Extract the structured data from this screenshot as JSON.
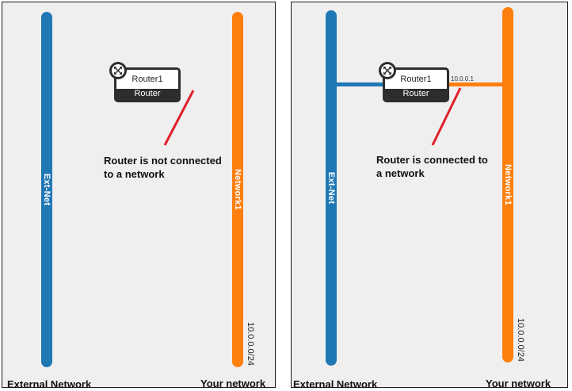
{
  "left_panel": {
    "network_left": {
      "name": "Ext-Net"
    },
    "network_right": {
      "name": "Network1",
      "cidr": "10.0.0.0/24"
    },
    "router": {
      "name": "Router1",
      "type": "Router"
    },
    "caption": {
      "line1": "Router is not connected",
      "line2": "to a network"
    },
    "footer_left": "External Network",
    "footer_right": "Your network"
  },
  "right_panel": {
    "network_left": {
      "name": "Ext-Net"
    },
    "network_right": {
      "name": "Network1",
      "cidr": "10.0.0.0/24"
    },
    "router": {
      "name": "Router1",
      "type": "Router",
      "interface_ip": "10.0.0.1"
    },
    "caption": {
      "line1": "Router is connected to",
      "line2": "a network"
    },
    "footer_left": "External Network",
    "footer_right": "Your network"
  },
  "colors": {
    "external_network": "#1f77b4",
    "project_network": "#ff7f0e",
    "annotation_line": "#e0202a",
    "router_dark": "#2d2d2d"
  },
  "icons": {
    "router": "router-arrows-icon"
  }
}
